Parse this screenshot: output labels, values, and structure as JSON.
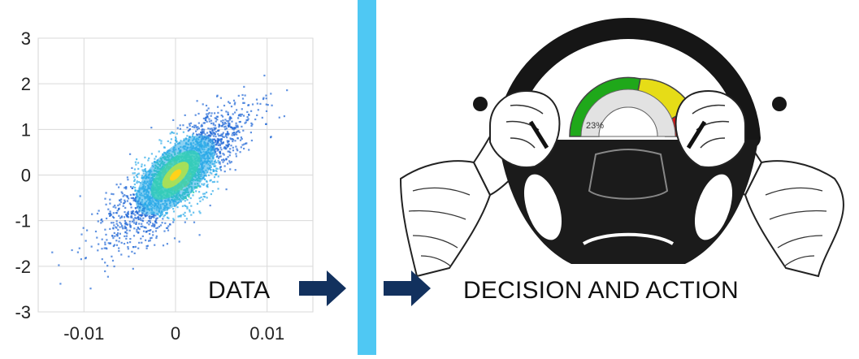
{
  "chart_data": {
    "type": "heatmap",
    "title": "",
    "xlabel": "",
    "ylabel": "",
    "xlim": [
      -0.015,
      0.015
    ],
    "ylim": [
      -3,
      3
    ],
    "x_ticks": [
      {
        "value": -0.01,
        "label": "-0.01"
      },
      {
        "value": 0,
        "label": "0"
      },
      {
        "value": 0.01,
        "label": "0.01"
      }
    ],
    "y_ticks": [
      {
        "value": 3,
        "label": "3"
      },
      {
        "value": 2,
        "label": "2"
      },
      {
        "value": 1,
        "label": "1"
      },
      {
        "value": 0,
        "label": "0"
      },
      {
        "value": -1,
        "label": "-1"
      },
      {
        "value": -2,
        "label": "-2"
      },
      {
        "value": -3,
        "label": "-3"
      }
    ],
    "grid": true,
    "density_peak": {
      "x": 0,
      "y": 0
    },
    "colormap": [
      "#1f66d6",
      "#2aa9e8",
      "#38d3b0",
      "#b7e24a",
      "#ffd21a"
    ]
  },
  "flow": {
    "data_label": "DATA",
    "decision_label": "DECISION AND ACTION",
    "arrow_color": "#12315e"
  },
  "gauge": {
    "value_label": "23%",
    "value": 0.23,
    "colors": {
      "green": "#1fa81a",
      "yellow": "#e6dc17",
      "red": "#e01414"
    }
  },
  "divider_color": "#4fc8f3"
}
